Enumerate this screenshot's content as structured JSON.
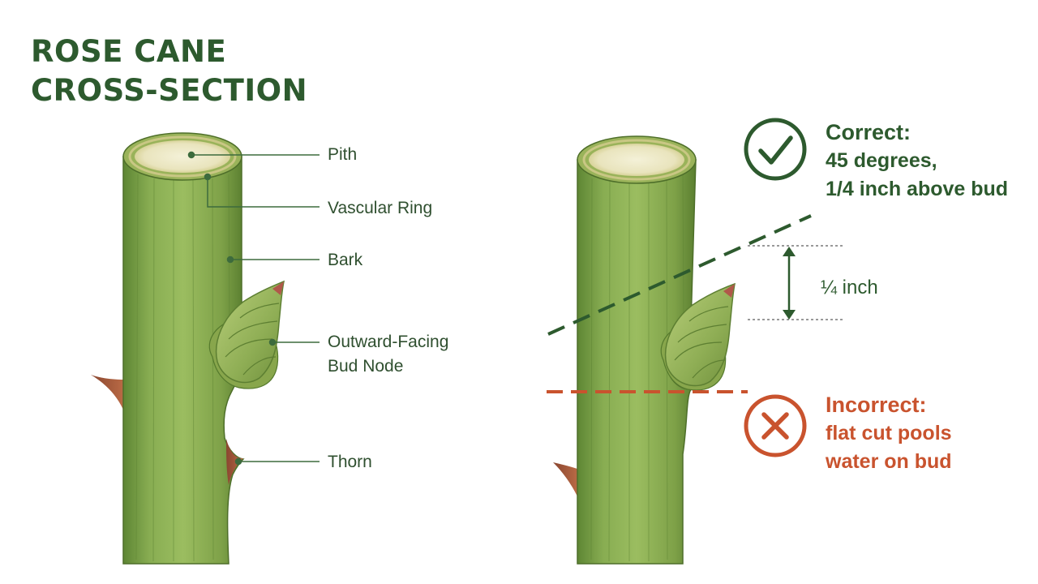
{
  "title": {
    "line1": "ROSE CANE",
    "line2": "CROSS-SECTION"
  },
  "labels": {
    "pith": "Pith",
    "vascular_ring": "Vascular Ring",
    "bark": "Bark",
    "bud_line1": "Outward-Facing",
    "bud_line2": "Bud Node",
    "thorn": "Thorn"
  },
  "correct": {
    "heading": "Correct:",
    "line1": "45 degrees,",
    "line2": "1/4 inch above bud"
  },
  "incorrect": {
    "heading": "Incorrect:",
    "line1": "flat cut pools",
    "line2": "water on bud"
  },
  "measurement": "¼ inch",
  "colors": {
    "title_green": "#2d5a2e",
    "cane_green": "#7fa34a",
    "pith_cream": "#f1eed2",
    "thorn_brown": "#a45a3c",
    "correct_green": "#2d5a2e",
    "incorrect_orange": "#c9532e"
  },
  "icons": {
    "correct": "check-circle-icon",
    "incorrect": "x-circle-icon"
  }
}
